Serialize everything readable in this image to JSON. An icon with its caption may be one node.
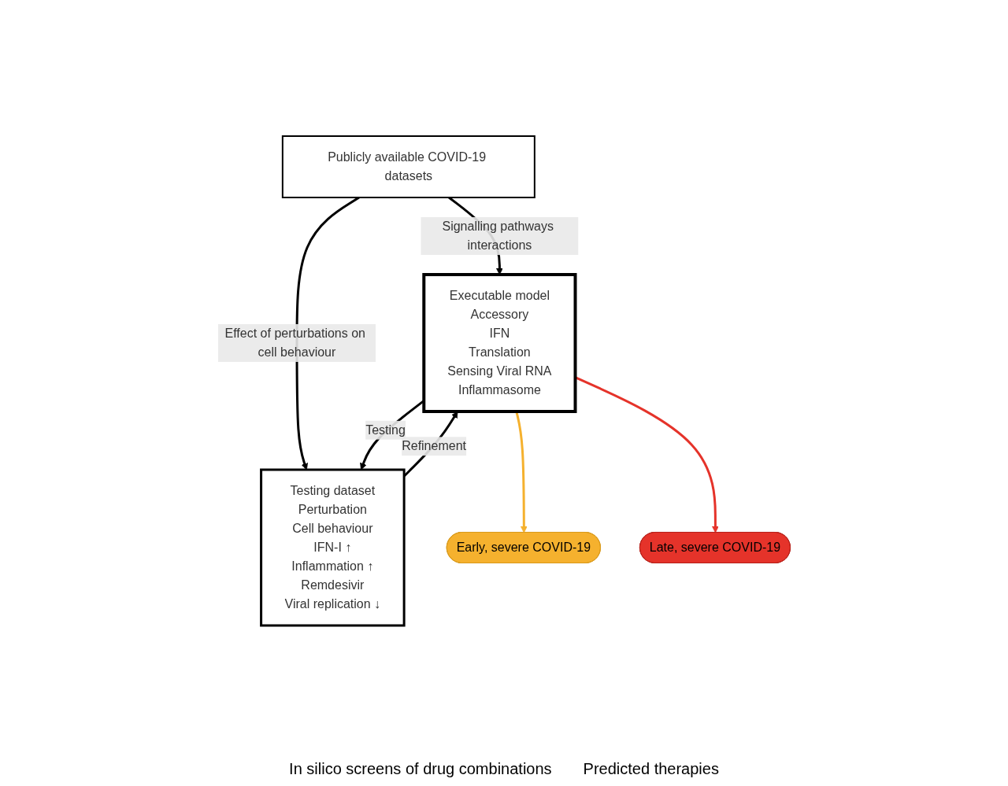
{
  "diagram": {
    "nodes": [
      {
        "text": [
          "Publicly available COVID-19 datasets"
        ]
      },
      {
        "text": [
          "Executable model",
          "Accessory",
          "IFN",
          "Translation",
          "Sensing Viral RNA",
          "Inflammasome"
        ]
      },
      {
        "text": [
          "Testing dataset",
          "Perturbation",
          "Cell behaviour",
          "IFN-I ↑",
          "Inflammation ↑",
          "Remdesivir",
          "Viral replication ↓"
        ]
      },
      {
        "text": [
          "Early, severe COVID-19"
        ]
      },
      {
        "text": [
          "Late, severe COVID-19"
        ]
      }
    ],
    "edges": [
      {
        "from": 0,
        "to": 1,
        "arrow": "to",
        "label": "Signalling pathways interactions"
      },
      {
        "from": 0,
        "to": 2,
        "arrow": "to",
        "label": "Effect of perturbations on cell behaviour"
      },
      {
        "from": 1,
        "to": 2,
        "arrow": "to",
        "label": "Testing"
      },
      {
        "from": 2,
        "to": 1,
        "arrow": "to",
        "label": "Refinement"
      },
      {
        "from": 1,
        "to": 3,
        "arrow": "to",
        "color": "#f5b12e"
      },
      {
        "from": 1,
        "to": 4,
        "arrow": "to",
        "color": "#e5332a"
      }
    ],
    "labels": [
      "In silico screens of drug combinations",
      "Predicted therapies"
    ]
  }
}
